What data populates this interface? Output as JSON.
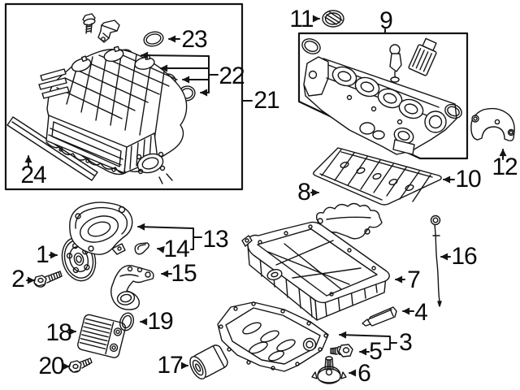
{
  "page": {
    "background": "#ffffff",
    "line_color": "#141414",
    "label_color": "#0a0a0a"
  },
  "callouts": {
    "c1": "1",
    "c2": "2",
    "c3": "3",
    "c4": "4",
    "c5": "5",
    "c6": "6",
    "c7": "7",
    "c8": "8",
    "c9": "9",
    "c10": "10",
    "c11": "11",
    "c12": "12",
    "c13": "13",
    "c14": "14",
    "c15": "15",
    "c16": "16",
    "c17": "17",
    "c18": "18",
    "c19": "19",
    "c20": "20",
    "c21": "21",
    "c22": "22",
    "c23": "23",
    "c24": "24"
  },
  "icons": {
    "c1": "crankshaft-pulley-drawing",
    "c2": "pulley-bolt-drawing",
    "c3": "lower-oil-pan-drawing",
    "c4": "sealant-tube-drawing",
    "c5": "oil-drain-plug-drawing",
    "c6": "oil-drain-valve-drawing",
    "c7": "upper-oil-pan-drawing",
    "c8": "baffle-plate-drawing",
    "c9": "camshaft-housing-drawing",
    "c10": "housing-gasket-drawing",
    "c11": "oil-filler-cap-drawing",
    "c12": "small-timing-cover-drawing",
    "c13": "front-cover-drawing",
    "c14": "cover-clip-drawing",
    "c15": "support-bracket-drawing",
    "c16": "oil-dipstick-drawing",
    "c17": "oil-filter-drawing",
    "c18": "oil-cooler-drawing",
    "c19": "cooler-o-ring-drawing",
    "c20": "cooler-bolt-drawing",
    "c21": "intake-manifold-box",
    "c22": "manifold-port-seals-drawing",
    "c23": "manifold-o-ring-drawing",
    "c24": "manifold-gasket-drawing"
  }
}
